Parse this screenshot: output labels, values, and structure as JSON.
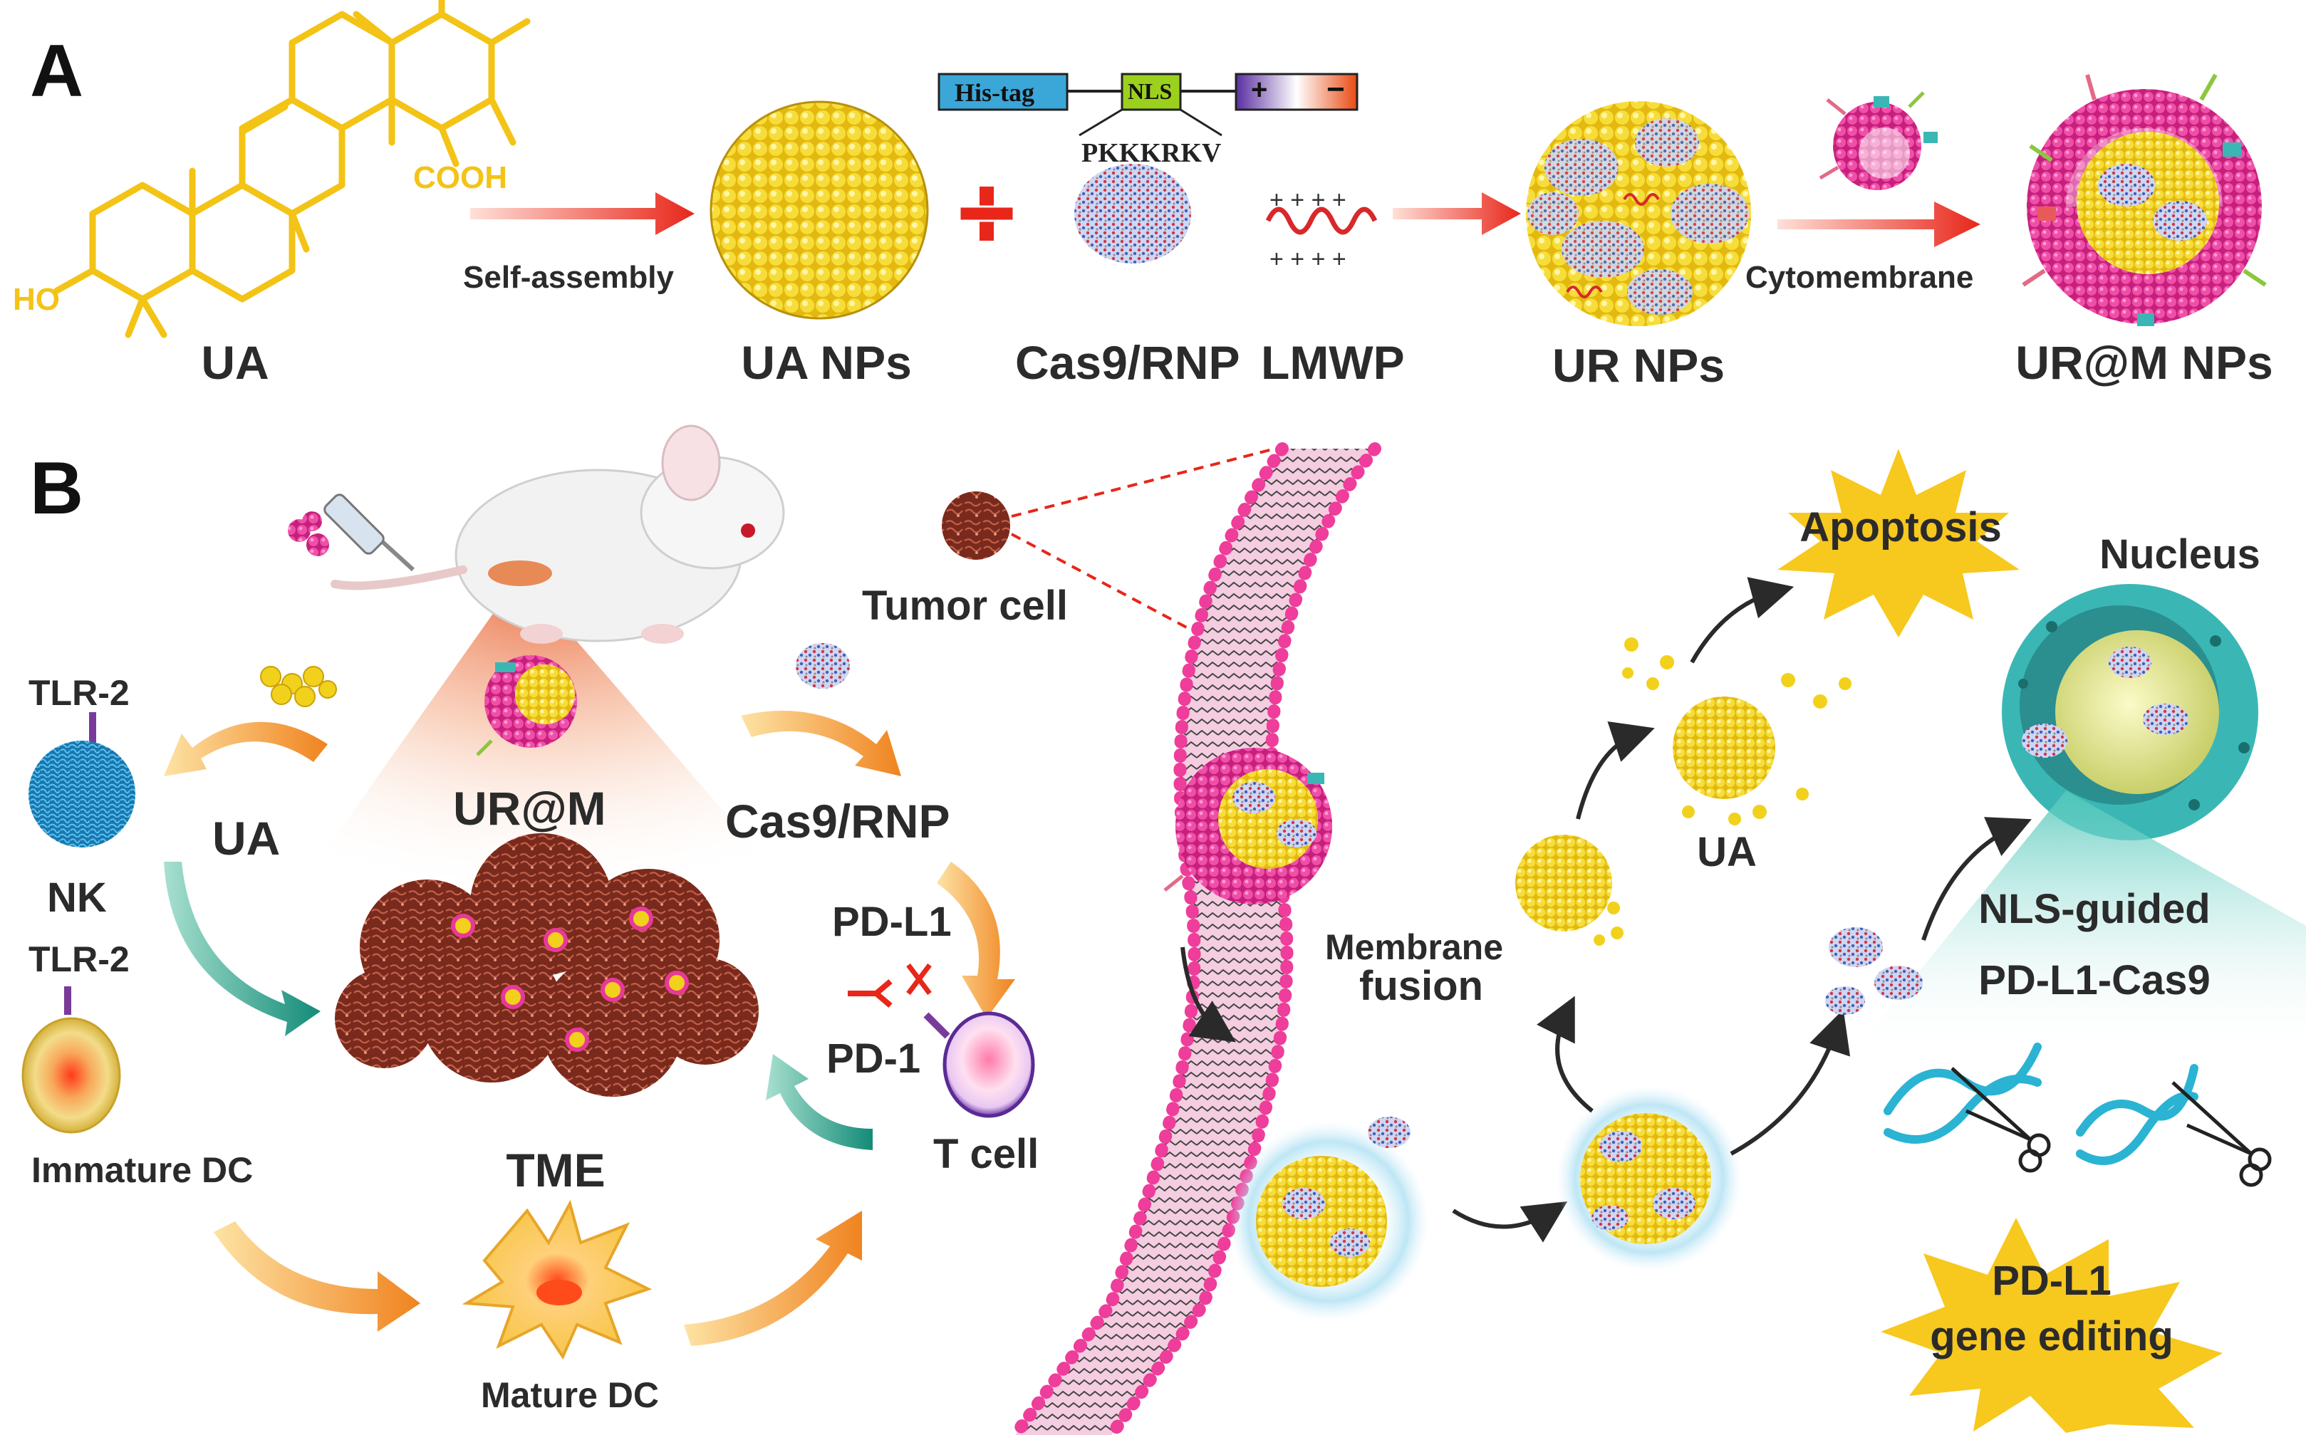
{
  "panel_a": {
    "letter": "A",
    "molecule": {
      "label": "UA",
      "cooh": "COOH",
      "ho": "HO"
    },
    "self_assembly": "Self-assembly",
    "ua_nps": "UA NPs",
    "construct": {
      "his_tag": "His-tag",
      "nls": "NLS",
      "plus": "+",
      "minus": "−",
      "sequence": "PKKKRKV"
    },
    "cas9_rnp": "Cas9/RNP",
    "lmwp": "LMWP",
    "lmwp_charges": "+ + + +",
    "ur_nps": "UR NPs",
    "cytomembrane": "Cytomembrane",
    "urm_nps": "UR@M NPs"
  },
  "panel_b": {
    "letter": "B",
    "tumor_cell": "Tumor cell",
    "tlr2_top": "TLR-2",
    "nk": "NK",
    "tlr2_bottom": "TLR-2",
    "immature_dc": "Immature DC",
    "ua_left": "UA",
    "urm": "UR@M",
    "cas9_rnp": "Cas9/RNP",
    "pd_l1": "PD-L1",
    "pd_1": "PD-1",
    "t_cell": "T cell",
    "tme": "TME",
    "mature_dc": "Mature DC",
    "membrane_fusion_1": "Membrane",
    "membrane_fusion_2": "fusion",
    "apoptosis": "Apoptosis",
    "nucleus": "Nucleus",
    "ua_right": "UA",
    "nls_guided": "NLS-guided",
    "pdl1_cas9": "PD-L1-Cas9",
    "gene_editing_1": "PD-L1",
    "gene_editing_2": "gene editing"
  },
  "colors": {
    "ua_yellow": "#f2d11c",
    "membrane_pink": "#e8399a",
    "arrow_red": "#ee3322",
    "arrow_orange": "#f59a2a",
    "arrow_teal": "#1f9a86",
    "burst_yellow": "#f7c81e",
    "nucleus_teal": "#3ab7b5",
    "his_tag_blue": "#3aa7d8",
    "nls_green": "#9bd11c",
    "nk_blue": "#1f8fc7"
  },
  "icons": [
    "syringe-icon",
    "mouse-icon",
    "mitochondrion-icon",
    "dna-icon",
    "scissors-icon",
    "starburst-icon"
  ]
}
